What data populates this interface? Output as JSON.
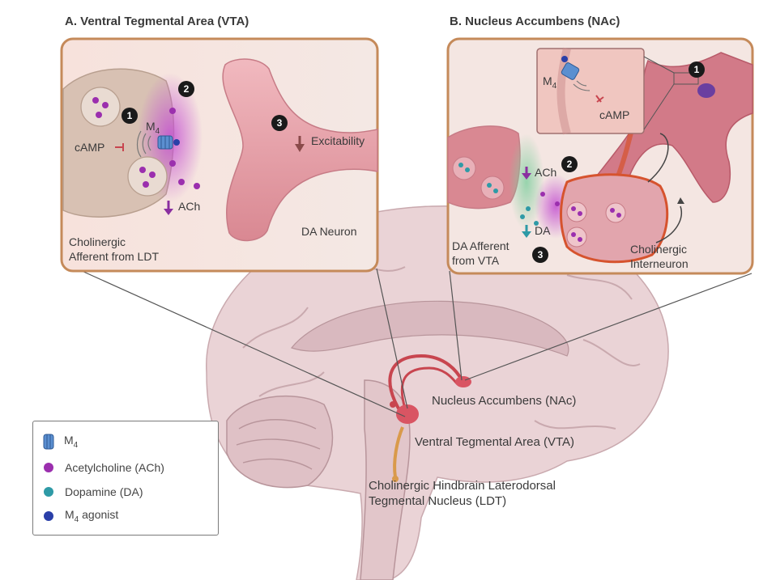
{
  "panel_a": {
    "title": "A. Ventral Tegmental Area (VTA)",
    "marker_1": "1",
    "marker_2": "2",
    "marker_3": "3",
    "m4_label": "M",
    "m4_sub": "4",
    "camp_label": "cAMP",
    "ach_label": "ACh",
    "excitability_label": "Excitability",
    "da_neuron_label": "DA Neuron",
    "afferent_label_line1": "Cholinergic",
    "afferent_label_line2": "Afferent from LDT"
  },
  "panel_b": {
    "title": "B. Nucleus Accumbens (NAc)",
    "marker_1": "1",
    "marker_2": "2",
    "marker_3": "3",
    "m4_label": "M",
    "m4_sub": "4",
    "camp_label": "cAMP",
    "ach_label": "ACh",
    "da_label": "DA",
    "afferent_label_line1": "DA Afferent",
    "afferent_label_line2": "from VTA",
    "interneuron_label_line1": "Cholinergic",
    "interneuron_label_line2": "Interneuron"
  },
  "brain": {
    "nac_label": "Nucleus Accumbens (NAc)",
    "vta_label": "Ventral Tegmental Area (VTA)",
    "ldt_label_line1": "Cholinergic Hindbrain Laterodorsal",
    "ldt_label_line2": "Tegmental Nucleus (LDT)"
  },
  "legend": {
    "items": [
      {
        "label": "M",
        "sub": "4",
        "icon": "m4-receptor-icon",
        "color": "#5b8fd0"
      },
      {
        "label": "Acetylcholine (ACh)",
        "icon": "ach-dot-icon",
        "color": "#9b2fae"
      },
      {
        "label": "Dopamine (DA)",
        "icon": "da-dot-icon",
        "color": "#2e9aa6"
      },
      {
        "label": "M",
        "sub": "4",
        "suffix": " agonist",
        "icon": "m4-agonist-dot-icon",
        "color": "#2a3fa8"
      }
    ]
  },
  "colors": {
    "panel_border": "#c58a5a",
    "acetylcholine": "#9b2fae",
    "dopamine": "#2e9aa6",
    "m4_agonist": "#2a3fa8",
    "brain": "#e8cfd3"
  }
}
